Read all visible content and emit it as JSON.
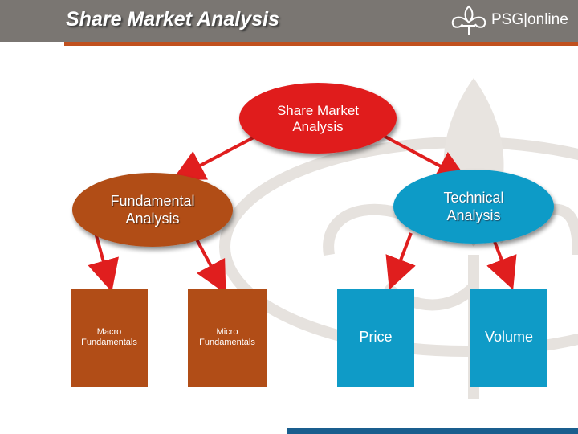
{
  "header": {
    "title": "Share Market Analysis",
    "logo_text": "PSG|online"
  },
  "diagram": {
    "root": {
      "label": "Share Market\nAnalysis"
    },
    "fundamental": {
      "label": "Fundamental\nAnalysis"
    },
    "technical": {
      "label": "Technical\nAnalysis"
    },
    "leaves": {
      "macro": "Macro\nFundamentals",
      "micro": "Micro\nFundamentals",
      "price": "Price",
      "volume": "Volume"
    }
  },
  "colors": {
    "header_gray": "#7a7672",
    "accent_orange": "#c0501e",
    "root_red": "#e01e1e",
    "fundamental_brown": "#b14d17",
    "technical_blue": "#0f9bc7",
    "arrow_red": "#e01e1e",
    "footer_blue": "#1a5e8e"
  }
}
